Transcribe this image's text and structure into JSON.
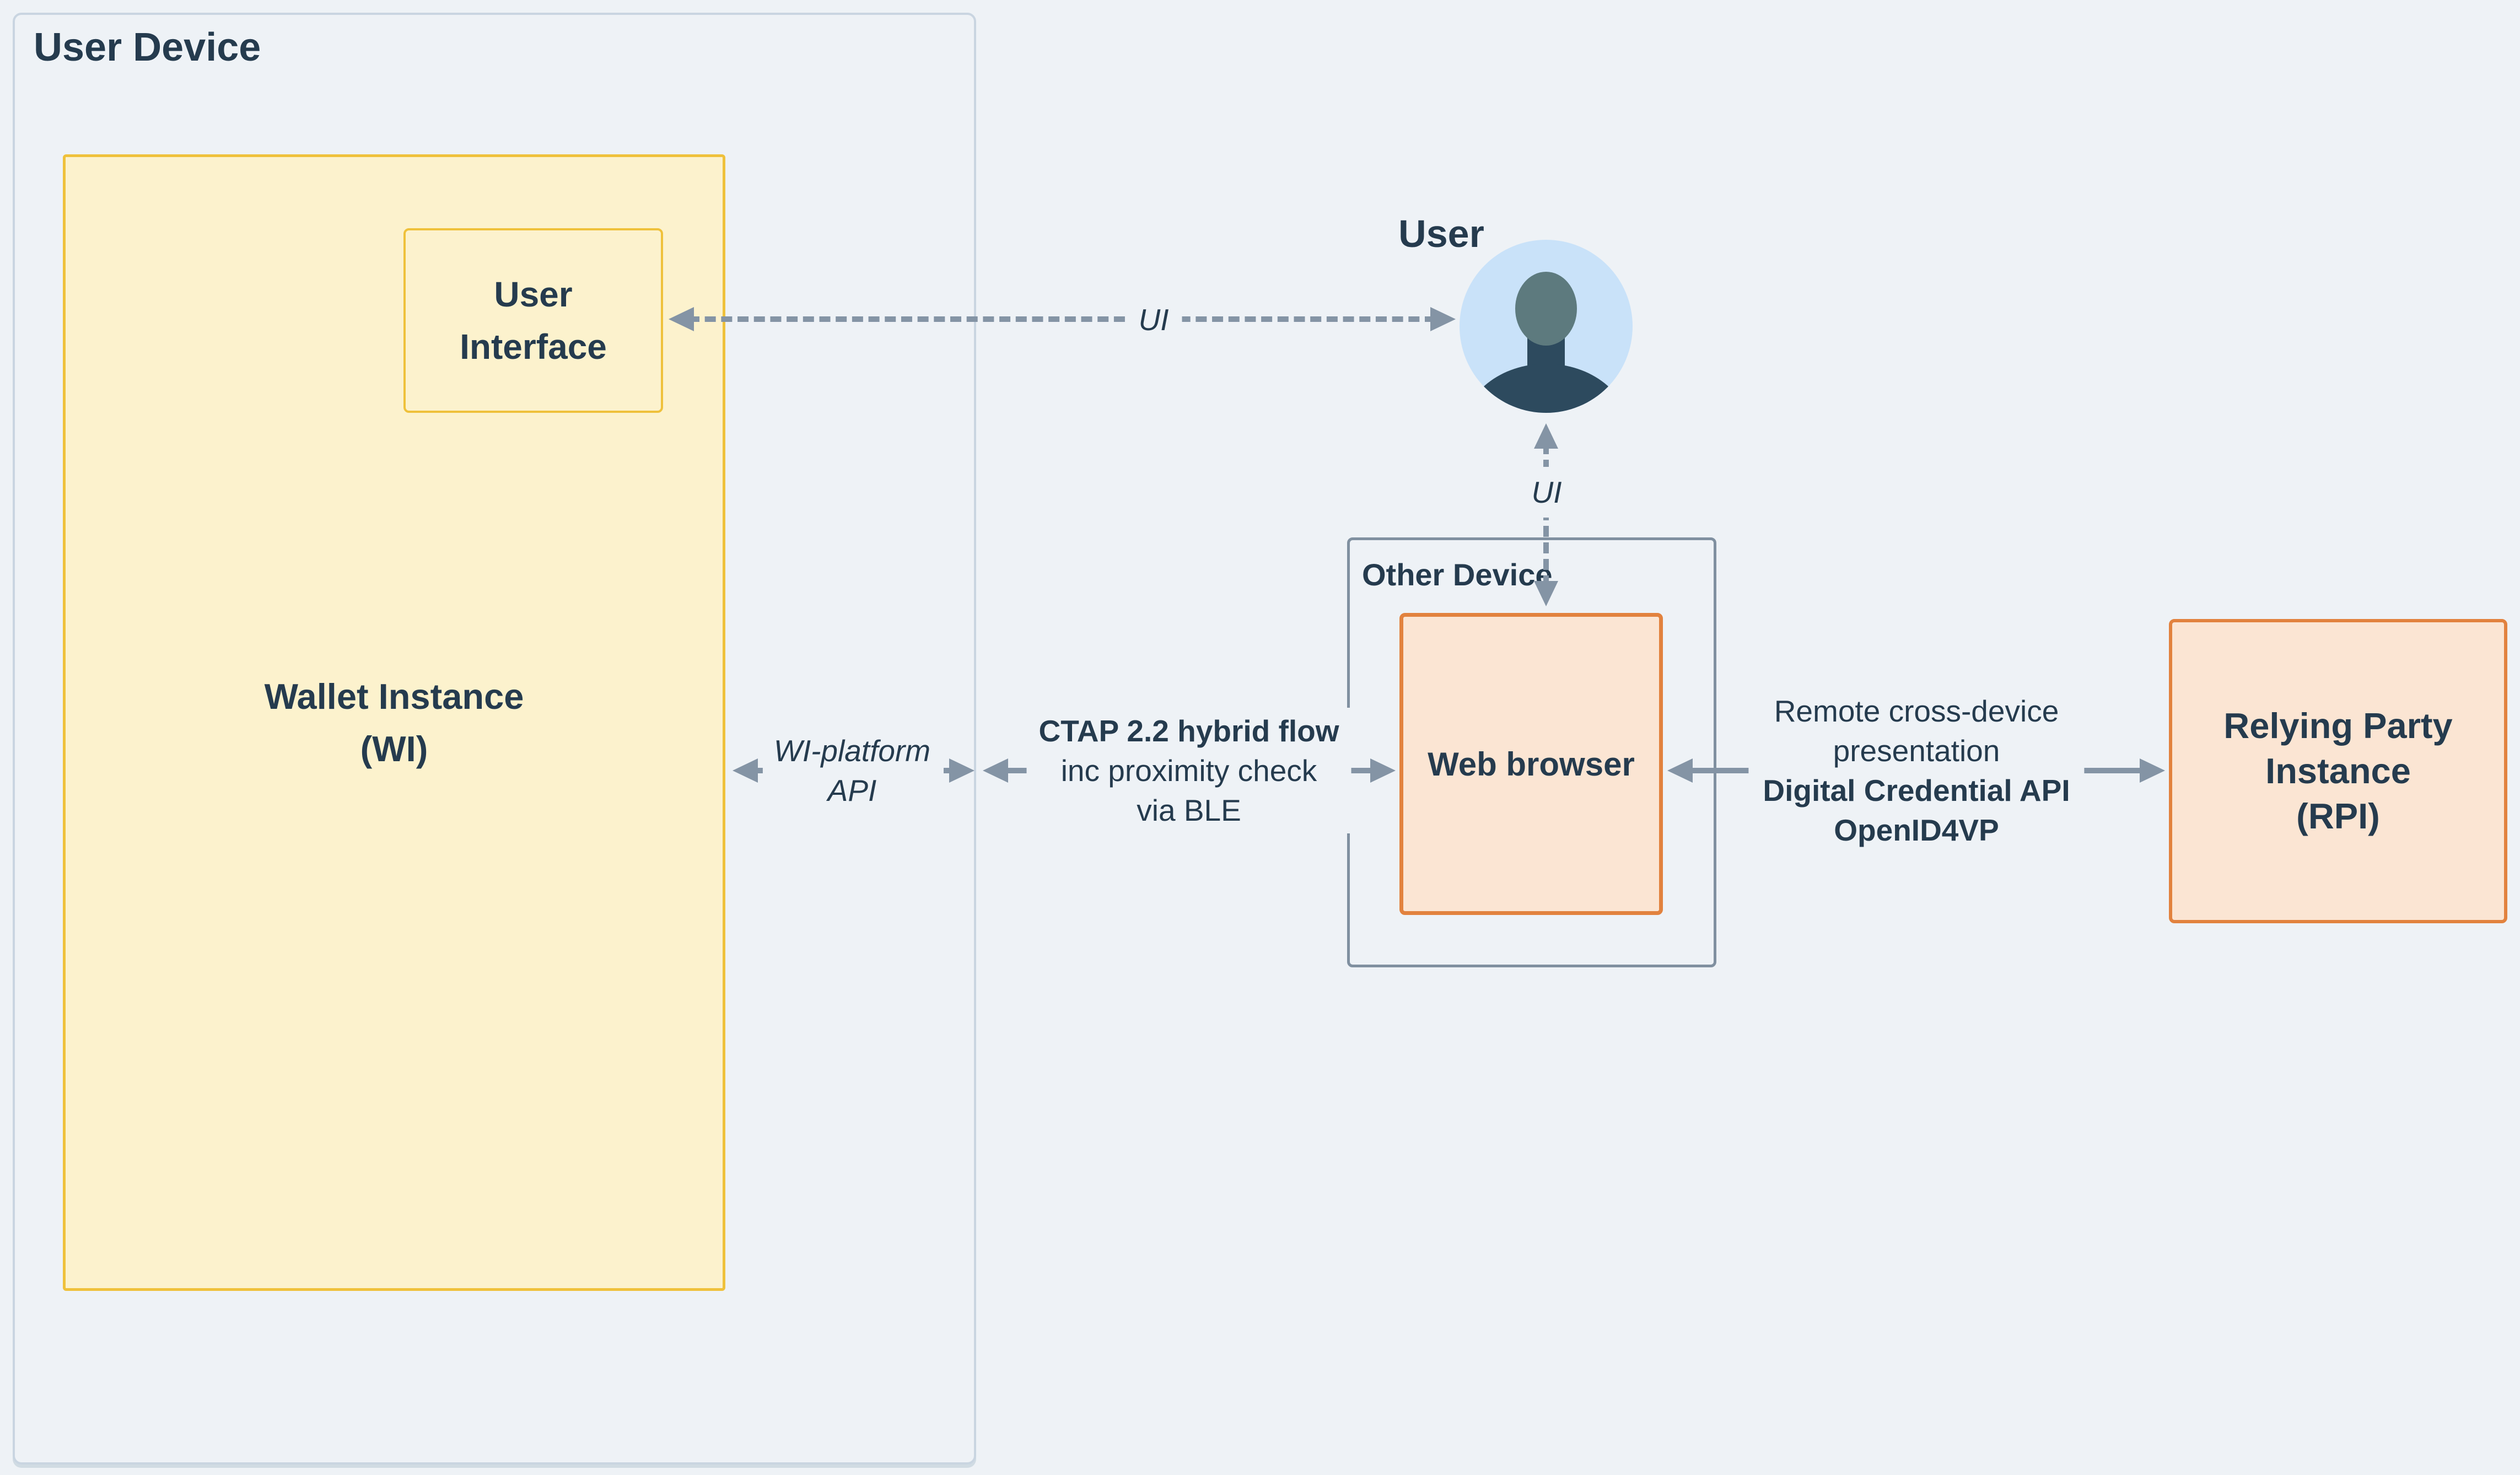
{
  "user_device": {
    "label": "User Device"
  },
  "wallet_instance": {
    "line1": "Wallet Instance",
    "line2": "(WI)"
  },
  "user_interface": {
    "line1": "User",
    "line2": "Interface"
  },
  "user": {
    "label": "User"
  },
  "other_device": {
    "label": "Other Device"
  },
  "web_browser": {
    "label": "Web browser"
  },
  "relying_party": {
    "line1": "Relying Party",
    "line2": "Instance",
    "line3": "(RPI)"
  },
  "arrows": {
    "ui_horizontal": {
      "label": "UI",
      "style": "dashed",
      "direction": "double"
    },
    "ui_vertical": {
      "label": "UI",
      "style": "dashed",
      "direction": "double"
    },
    "wi_platform": {
      "line1": "WI-platform",
      "line2": "API",
      "style": "dashed",
      "direction": "double"
    },
    "ctap": {
      "line1": "CTAP 2.2 hybrid flow",
      "line2": "inc proximity check",
      "line3": "via BLE",
      "style": "solid",
      "direction": "double"
    },
    "remote": {
      "line1": "Remote cross-device",
      "line2": "presentation",
      "line3": "Digital Credential API",
      "line4": "OpenID4VP",
      "style": "solid",
      "direction": "double"
    }
  },
  "colors": {
    "background": "#eef2f6",
    "text": "#253b4e",
    "arrow": "#8494a5",
    "user_device_border": "#c9d5e1",
    "yellow_fill": "#fcf2cd",
    "yellow_border": "#efc13b",
    "peach_fill": "#fbe5d3",
    "orange_border": "#e2823e",
    "other_device_border": "#8090a0",
    "avatar_circle": "#c9e2f9",
    "avatar_head": "#5d7a7e",
    "avatar_body": "#2d4a5e"
  }
}
